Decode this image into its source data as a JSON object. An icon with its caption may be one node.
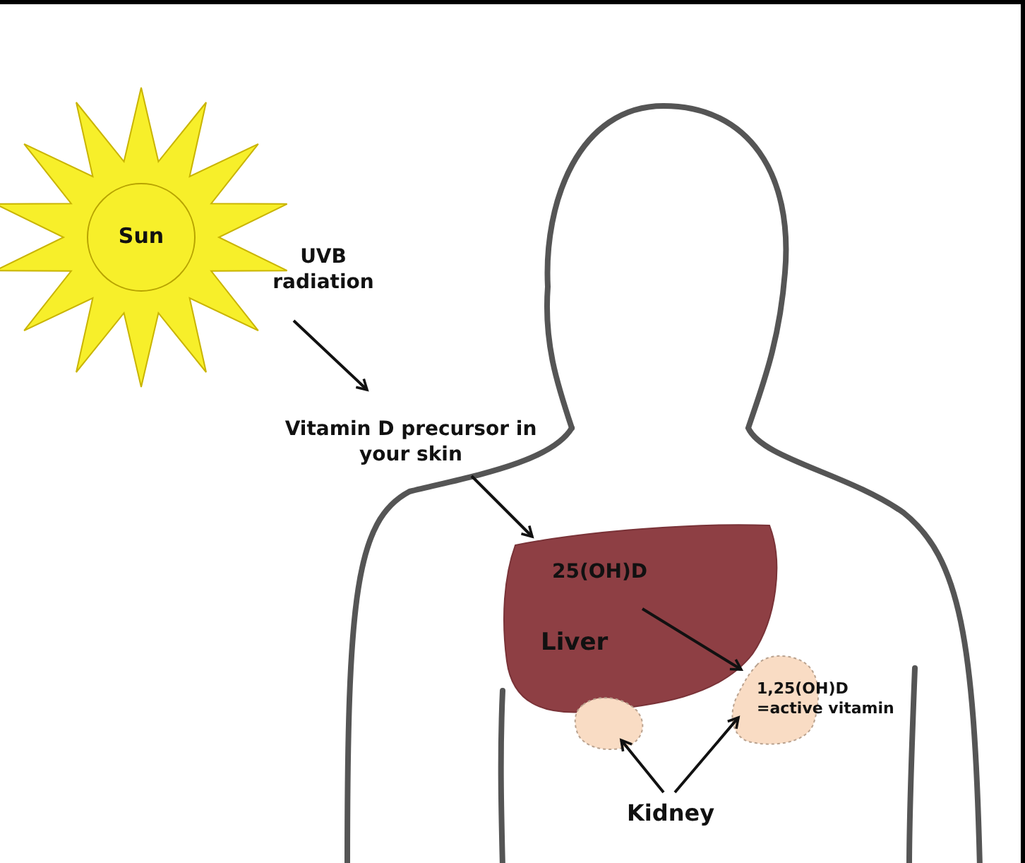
{
  "diagram": {
    "nodes": [
      {
        "text": [
          "Sun"
        ]
      },
      {
        "text": [
          "UVB radiation"
        ]
      },
      {
        "text": [
          "Vitamin D precursor in your skin"
        ]
      },
      {
        "text": [
          "25(OH)D",
          "Liver"
        ]
      },
      {
        "text": [],
        "shape": "blob"
      },
      {
        "text": [
          "1,25(OH)D",
          "=active vitamin"
        ]
      },
      {
        "text": [
          "Kidney"
        ]
      }
    ],
    "edges": [
      {
        "from": 1,
        "to": 2,
        "arrow": "to"
      },
      {
        "from": 2,
        "to": 3,
        "arrow": "to"
      },
      {
        "from": 3,
        "to": 5,
        "arrow": "to"
      },
      {
        "from": 6,
        "to": 4,
        "arrow": "to"
      },
      {
        "from": 6,
        "to": 5,
        "arrow": "to"
      }
    ]
  }
}
